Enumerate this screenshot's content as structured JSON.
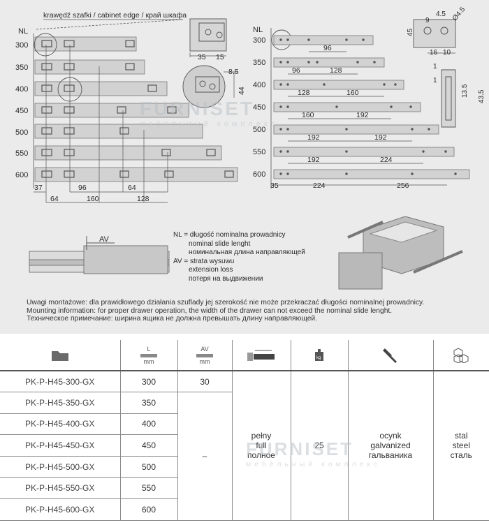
{
  "diagram": {
    "edge_label": "krawędź szafki / cabinet edge / край шкафа",
    "nl_label": "NL",
    "nl_sizes_left": [
      "300",
      "350",
      "400",
      "450",
      "500",
      "550",
      "600"
    ],
    "nl_sizes_right": [
      "300",
      "350",
      "400",
      "450",
      "500",
      "550",
      "600"
    ],
    "left_dims": {
      "d37": "37",
      "d96": "96",
      "d64a": "64",
      "d64b": "64",
      "d160": "160",
      "d128": "128"
    },
    "right_dims": {
      "r96a": "96",
      "r96b": "96",
      "r128a": "128",
      "r128b": "128",
      "r160a": "160",
      "r160b": "160",
      "r192a": "192",
      "r192b": "192",
      "r192c": "192",
      "r224a": "224",
      "r35": "35",
      "r224b": "224",
      "r256": "256"
    },
    "detail1": {
      "d35": "35",
      "d15": "15"
    },
    "detail2": {
      "d85": "8.5",
      "d44": "44"
    },
    "detail3": {
      "d9": "9",
      "d45a": "4.5",
      "d45b": "45",
      "phi": "Ø4.5",
      "d16": "16",
      "d10": "10"
    },
    "profile": {
      "p1a": "1",
      "p1b": "1",
      "p135": "13.5",
      "p435": "43.5"
    },
    "av_label": "AV"
  },
  "legend": {
    "nl_pl": "NL = długość nominalna prowadnicy",
    "nl_en": "nominal slide lenght",
    "nl_ru": "номинальная длина направляющей",
    "av_pl": "AV = strata wysuwu",
    "av_en": "extension loss",
    "av_ru": "потеря на выдвижении"
  },
  "notes": {
    "pl": "Uwagi montażowe: dla prawidłowego działania szuflady jej szerokość nie może przekraczać długości nominalnej prowadnicy.",
    "en": "Mounting information: for proper drawer operation, the width of the drawer can not exceed the nominal slide lenght.",
    "ru": "Техническое примечание: ширина ящика не должна превышать длину направляющей."
  },
  "watermark": {
    "logo": "FURNISET",
    "sub": "мебельный комплекс"
  },
  "table": {
    "headers": {
      "folder_icon": "folder-icon",
      "length_letter": "L",
      "length_unit": "mm",
      "av_letter": "AV",
      "av_unit": "mm",
      "extension_icon": "extension-icon",
      "load_icon": "weight-icon",
      "load_letter": "kg",
      "finish_icon": "brush-icon",
      "material_icon": "cubes-icon"
    },
    "rows": [
      {
        "code": "PK-P-H45-300-GX",
        "length": "300"
      },
      {
        "code": "PK-P-H45-350-GX",
        "length": "350"
      },
      {
        "code": "PK-P-H45-400-GX",
        "length": "400"
      },
      {
        "code": "PK-P-H45-450-GX",
        "length": "450"
      },
      {
        "code": "PK-P-H45-500-GX",
        "length": "500"
      },
      {
        "code": "PK-P-H45-550-GX",
        "length": "550"
      },
      {
        "code": "PK-P-H45-600-GX",
        "length": "600"
      }
    ],
    "av_first": "30",
    "av_rest": "–",
    "extension": [
      "pełny",
      "full",
      "полное"
    ],
    "load": "25",
    "finish": [
      "ocynk",
      "galvanized",
      "гальваника"
    ],
    "material": [
      "stal",
      "steel",
      "сталь"
    ]
  }
}
